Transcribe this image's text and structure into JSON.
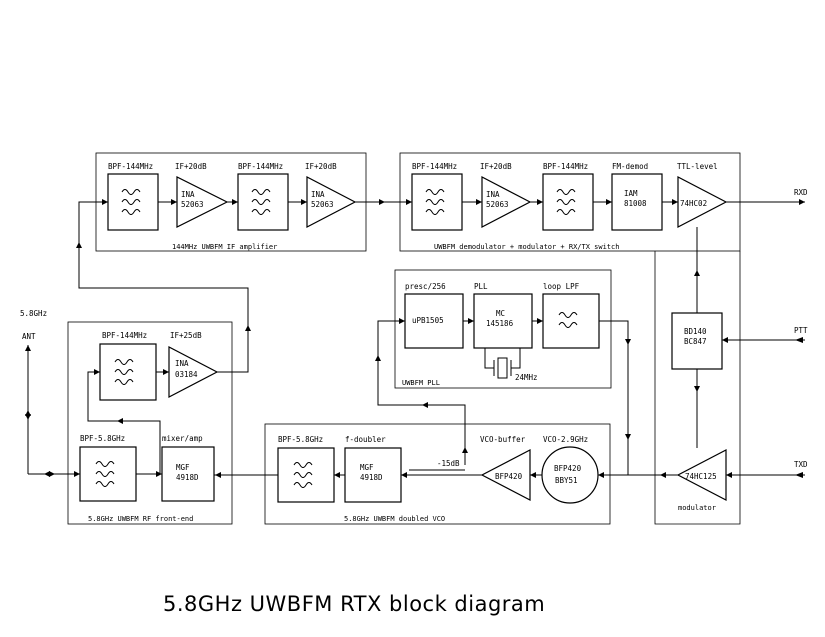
{
  "title": "5.8GHz UWBFM RTX block diagram",
  "sections": {
    "if_amp": "144MHz UWBFM IF amplifier",
    "demod": "UWBFM demodulator + modulator + RX/TX switch",
    "pll": "UWBFM PLL",
    "frontend": "5.8GHz UWBFM RF front-end",
    "vco": "5.8GHz UWBFM doubled VCO",
    "modulator": "modulator"
  },
  "if_amp": {
    "bpf1": "BPF-144MHz",
    "amp1_label": "IF+20dB",
    "amp1_ic": [
      "INA",
      "52063"
    ],
    "bpf2": "BPF-144MHz",
    "amp2_label": "IF+20dB",
    "amp2_ic": [
      "INA",
      "52063"
    ]
  },
  "demod": {
    "bpf1": "BPF-144MHz",
    "amp_label": "IF+20dB",
    "amp_ic": [
      "INA",
      "52063"
    ],
    "bpf2": "BPF-144MHz",
    "fm_label": "FM-demod",
    "fm_ic": [
      "IAM",
      "81008"
    ],
    "ttl_label": "TTL-level",
    "ttl_ic": "74HC02"
  },
  "pll": {
    "presc_label": "presc/256",
    "presc_ic": "uPB1505",
    "pll_label": "PLL",
    "pll_ic": [
      "MC",
      "145186"
    ],
    "lpf_label": "loop LPF",
    "xtal": "24MHz"
  },
  "switch": {
    "ic": [
      "BD140",
      "BC847"
    ]
  },
  "modulator": {
    "ic": "74HC125"
  },
  "frontend": {
    "bpf_if": "BPF-144MHz",
    "amp_label": "IF+25dB",
    "amp_ic": [
      "INA",
      "03184"
    ],
    "bpf_rf": "BPF-5.8GHz",
    "mixer_label": "mixer/amp",
    "mixer_ic": [
      "MGF",
      "4918D"
    ]
  },
  "vco": {
    "bpf": "BPF-5.8GHz",
    "doubler_label": "f-doubler",
    "doubler_ic": [
      "MGF",
      "4918D"
    ],
    "buffer_label": "VCO-buffer",
    "buffer_ic": "BFP420",
    "osc_label": "VCO-2.9GHz",
    "osc_ic": [
      "BFP420",
      "BBY51"
    ],
    "attenuation": "-15dB"
  },
  "ports": {
    "antenna": [
      "5.8GHz",
      "ANT"
    ],
    "rxd": "RXD",
    "ptt": "PTT",
    "txd": "TXD"
  }
}
